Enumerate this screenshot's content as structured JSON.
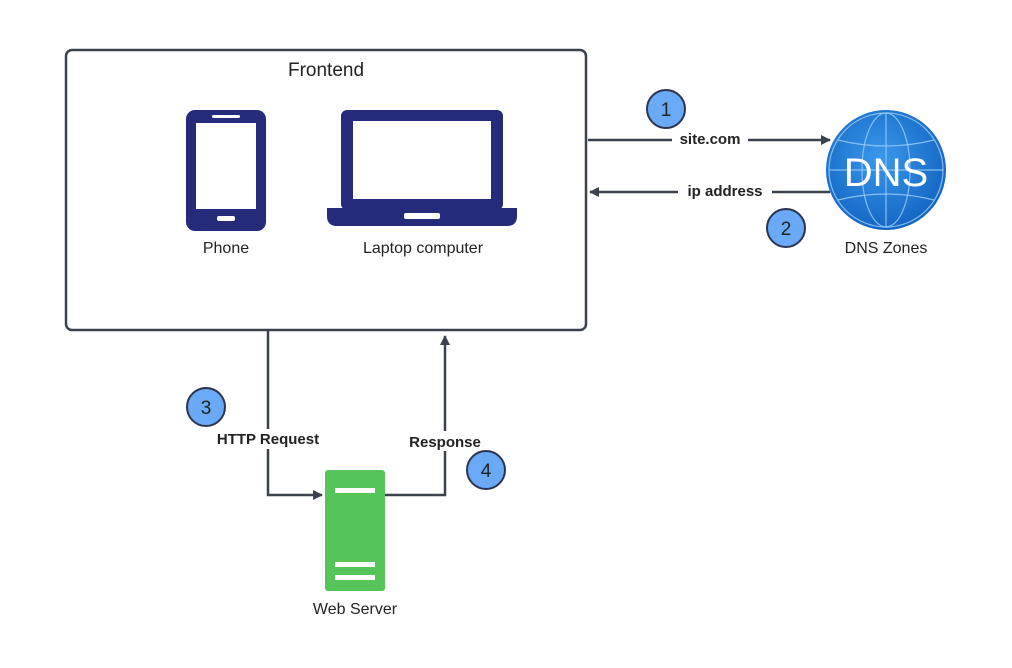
{
  "frontend": {
    "title": "Frontend",
    "devices": [
      {
        "label": "Phone",
        "icon": "phone-icon"
      },
      {
        "label": "Laptop computer",
        "icon": "laptop-icon"
      }
    ]
  },
  "dns": {
    "logo_text": "DNS",
    "label": "DNS Zones",
    "icon": "globe-icon"
  },
  "server": {
    "label": "Web Server",
    "icon": "server-icon"
  },
  "arrows": {
    "site": "site.com",
    "ip": "ip address",
    "request": "HTTP Request",
    "response": "Response"
  },
  "steps": [
    "1",
    "2",
    "3",
    "4"
  ],
  "colors": {
    "device": "#262a7a",
    "badge_fill": "#6aa9f5",
    "badge_stroke": "#2c3550",
    "server": "#55c55a",
    "dns_globe": "#1c78d4",
    "line": "#3b414d"
  }
}
